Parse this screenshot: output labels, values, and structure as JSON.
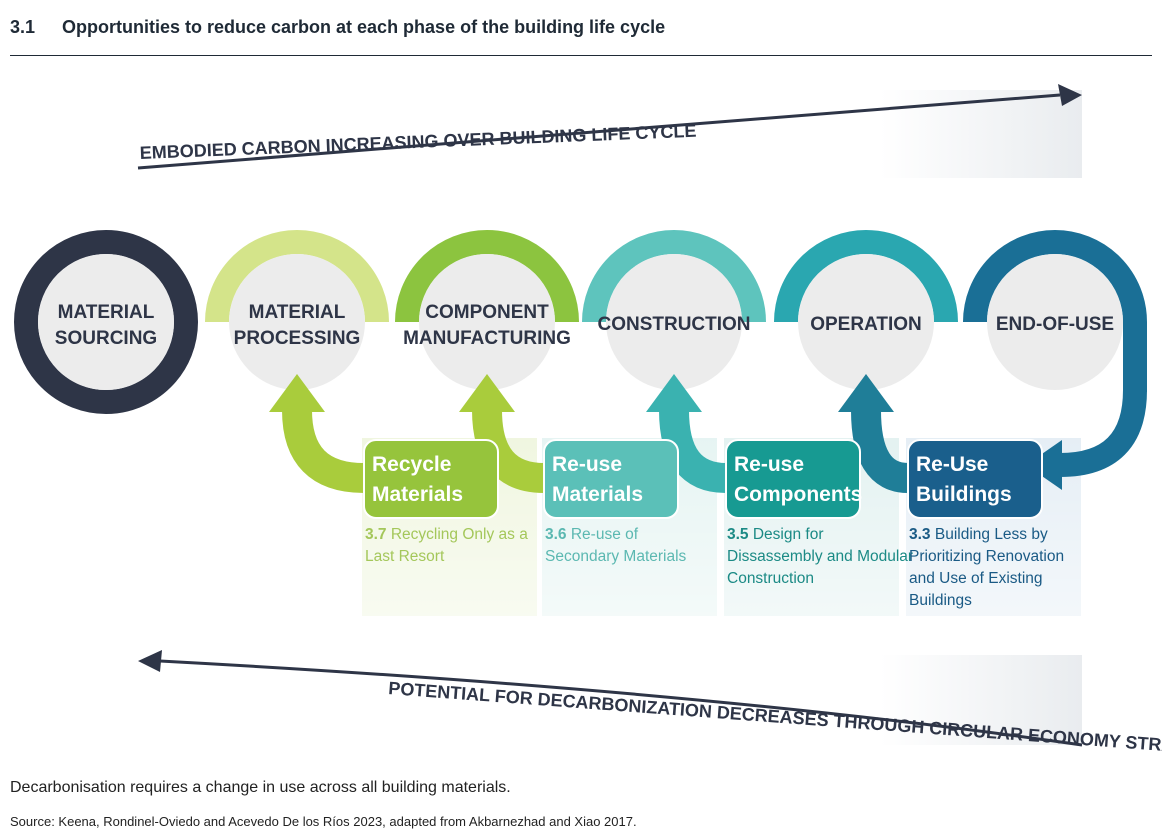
{
  "figure": {
    "number": "3.1",
    "title": "Opportunities to reduce carbon at each phase of the building life cycle"
  },
  "top_arrow": {
    "label": "EMBODIED CARBON INCREASING OVER BUILDING LIFE CYCLE"
  },
  "bottom_arrow": {
    "label": "POTENTIAL FOR DECARBONIZATION DECREASES THROUGH CIRCULAR ECONOMY STRATEGIES"
  },
  "stages": [
    {
      "line1": "MATERIAL",
      "line2": "SOURCING",
      "ring_color": "#2e3547"
    },
    {
      "line1": "MATERIAL",
      "line2": "PROCESSING",
      "ring_color": "#d4e48a"
    },
    {
      "line1": "COMPONENT",
      "line2": "MANUFACTURING",
      "ring_color": "#8cc43f"
    },
    {
      "line1": "CONSTRUCTION",
      "line2": "",
      "ring_color": "#5ec4bd"
    },
    {
      "line1": "OPERATION",
      "line2": "",
      "ring_color": "#2aa7b0"
    },
    {
      "line1": "END-OF-USE",
      "line2": "",
      "ring_color": "#1a6f96"
    }
  ],
  "strategies": [
    {
      "title1": "Recycle",
      "title2": "Materials",
      "num": "3.7",
      "desc": [
        "Recycling Only as a",
        "Last Resort"
      ],
      "color": "#96c43c",
      "desc_color": "#a4c75a"
    },
    {
      "title1": "Re-use",
      "title2": "Materials",
      "num": "3.6",
      "desc": [
        "Re-use of",
        "Secondary Materials"
      ],
      "color": "#5bc0b8",
      "desc_color": "#5bb8b1"
    },
    {
      "title1": "Re-use",
      "title2": "Components",
      "num": "3.5",
      "desc": [
        "Design for",
        "Dissassembly and Modular",
        "Construction"
      ],
      "color": "#179a92",
      "desc_color": "#1b8a85"
    },
    {
      "title1": "Re-Use",
      "title2": "Buildings",
      "num": "3.3",
      "desc": [
        "Building Less by",
        "Prioritizing Renovation",
        "and Use of Existing",
        "Buildings"
      ],
      "color": "#1a5f8c",
      "desc_color": "#1a5a85"
    }
  ],
  "caption": "Decarbonisation requires a change in use across all building materials.",
  "source": "Source: Keena, Rondinel-Oviedo and Acevedo De los Ríos 2023, adapted from Akbarnezhad and Xiao 2017."
}
